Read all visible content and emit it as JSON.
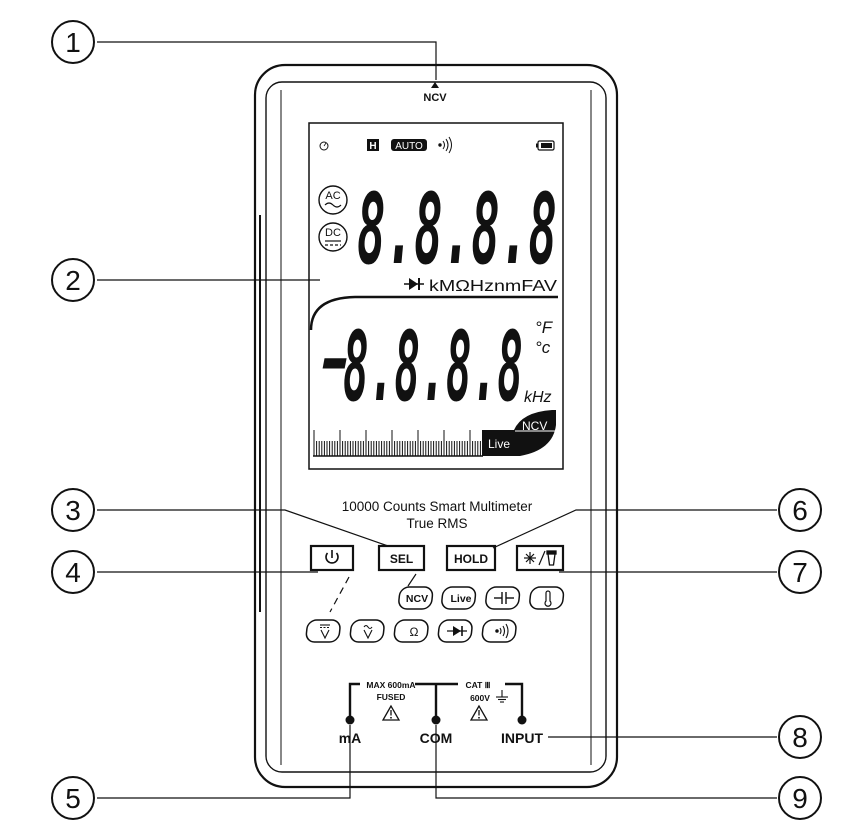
{
  "callouts": [
    "①",
    "②",
    "③",
    "④",
    "⑤",
    "⑥",
    "⑦",
    "⑧",
    "⑨"
  ],
  "ncv_label": "NCV",
  "lcd": {
    "hold_flag": "H",
    "auto_flag": "AUTO",
    "main_digits": "8.8.8.8",
    "ac": "AC",
    "dc": "DC",
    "units": "kMΩHznmFAV",
    "sub_minus": "-",
    "sub_digits": "8.8.8.8",
    "deg_f": "°F",
    "deg_c": "°c",
    "khz": "kHz",
    "live": "Live",
    "ncv": "NCV"
  },
  "front": {
    "title": "10000 Counts Smart Multimeter",
    "subtitle": "True RMS"
  },
  "buttons": {
    "sel": "SEL",
    "hold": "HOLD",
    "modes_row1": [
      "NCV",
      "Live"
    ],
    "modes_row2": [
      "Ω"
    ]
  },
  "terminals": {
    "ma": "mA",
    "com": "COM",
    "input": "INPUT",
    "max_rating": "MAX 600mA",
    "fused": "FUSED",
    "cat": "CAT Ⅲ",
    "voltage": "600V"
  }
}
